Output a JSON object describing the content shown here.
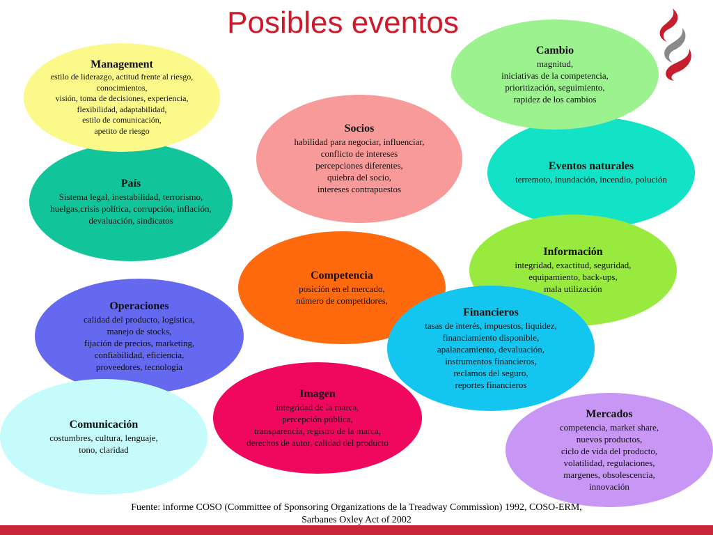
{
  "title": "Posibles eventos",
  "colors": {
    "title": "#cc1a2b",
    "management": "#fbf98a",
    "pais": "#12c49a",
    "cambio": "#9df290",
    "socios": "#f89a9a",
    "eventos_naturales": "#12e2c6",
    "informacion": "#99ea3e",
    "competencia": "#ff6a0f",
    "operaciones": "#6469f0",
    "financieros": "#14c5ef",
    "imagen": "#f0085e",
    "comunicacion": "#c6fbfb",
    "mercados": "#c896f4",
    "bottom_bar": "#c8263a"
  },
  "bubbles": {
    "management": {
      "title": "Management",
      "lines": [
        "estilo de liderazgo, actitud frente al riesgo,",
        "conocimientos,",
        "visión, toma de decisiones, experiencia,",
        "flexibilidad, adaptabilidad,",
        "estilo de comunicación,",
        "apetito de riesgo"
      ]
    },
    "pais": {
      "title": "País",
      "lines": [
        "Sistema legal, inestabilidad, terrorismo,",
        "huelgas,crisis política, corrupción, inflación,",
        "devaluación, sindicatos"
      ]
    },
    "cambio": {
      "title": "Cambio",
      "lines": [
        "magnitud,",
        "iniciativas de la competencia,",
        "prioritización, seguimiento,",
        "rapidez de los cambios"
      ]
    },
    "socios": {
      "title": "Socios",
      "lines": [
        "habilidad para negociar, influenciar,",
        "conflicto de intereses",
        "percepciones diferentes,",
        "quiebra del socio,",
        "intereses contrapuestos"
      ]
    },
    "eventos_naturales": {
      "title": "Eventos naturales",
      "lines": [
        "terremoto, inundación, incendio, polución"
      ]
    },
    "informacion": {
      "title": "Información",
      "lines": [
        "integridad, exactitud, seguridad,",
        "equipamiento, back-ups,",
        "mala utilización"
      ]
    },
    "competencia": {
      "title": "Competencia",
      "lines": [
        "posición en el mercado,",
        "número de competidores,"
      ]
    },
    "operaciones": {
      "title": "Operaciones",
      "lines": [
        "calidad del producto, logística,",
        "manejo de stocks,",
        "fijación de precios, marketing,",
        "confiabilidad, eficiencia,",
        "proveedores, tecnología"
      ]
    },
    "financieros": {
      "title": "Financieros",
      "lines": [
        "tasas de interés, impuestos, liquidez,",
        "financiamiento disponible,",
        "apalancamiento, devaluación,",
        "instrumentos financieros,",
        "reclamos del seguro,",
        "reportes financieros"
      ]
    },
    "imagen": {
      "title": "Imagen",
      "lines": [
        "integridad de la marca,",
        "percepción pública,",
        "transparencia, registro de la marca,",
        "derechos de autor, calidad del producto"
      ]
    },
    "comunicacion": {
      "title": "Comunicación",
      "lines": [
        "costumbres,  cultura, lenguaje,",
        "tono, claridad"
      ]
    },
    "mercados": {
      "title": "Mercados",
      "lines": [
        "competencia, market share,",
        "nuevos productos,",
        "ciclo de vida del producto,",
        "volatilidad, regulaciones,",
        "margenes, obsolescencia,",
        "innovación"
      ]
    }
  },
  "footer": {
    "line1": "Fuente: informe COSO (Committee of Sponsoring Organizations de la Treadway Commission) 1992, COSO-ERM,",
    "line2": "Sarbanes Oxley Act of 2002"
  },
  "logo": {
    "icon": "flame-logo-icon"
  }
}
